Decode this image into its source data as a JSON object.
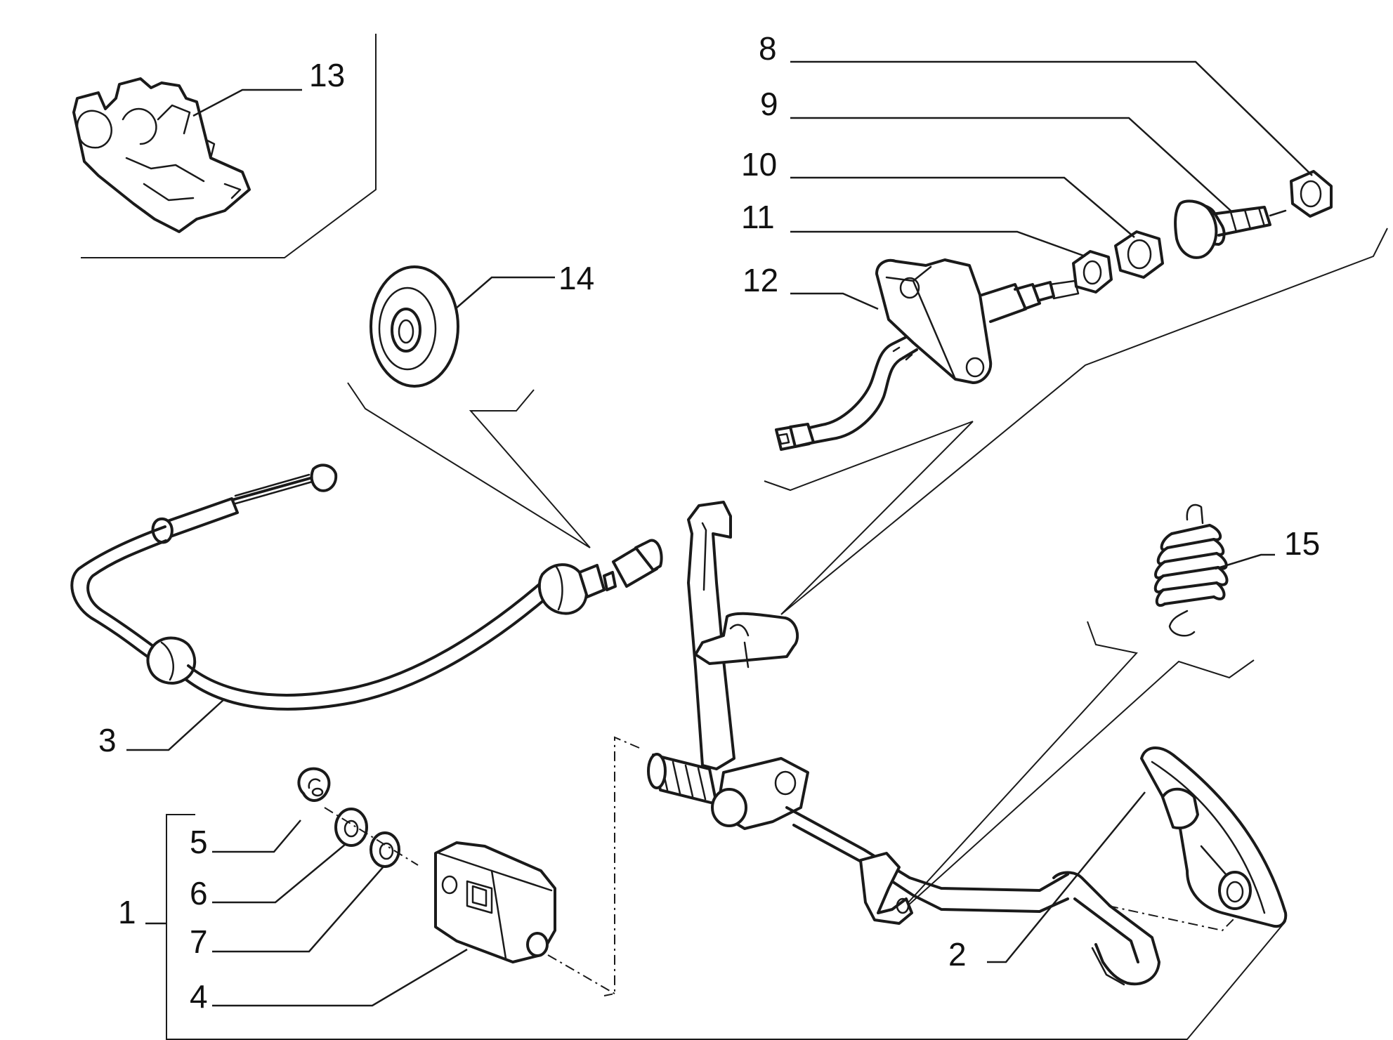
{
  "callouts": {
    "c1": "1",
    "c2": "2",
    "c3": "3",
    "c4": "4",
    "c5": "5",
    "c6": "6",
    "c7": "7",
    "c8": "8",
    "c9": "9",
    "c10": "10",
    "c11": "11",
    "c12": "12",
    "c13": "13",
    "c14": "14",
    "c15": "15"
  },
  "colors": {
    "ink": "#1a1a1a",
    "background": "#ffffff"
  }
}
